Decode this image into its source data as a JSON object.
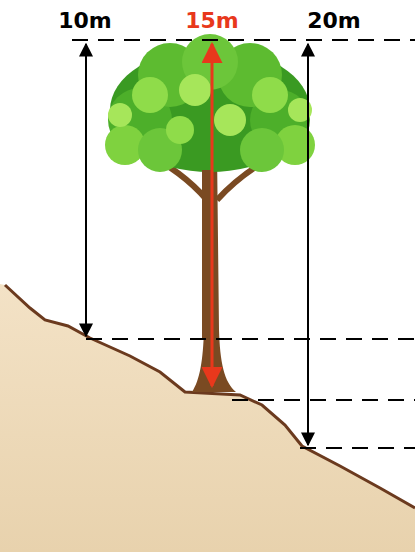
{
  "diagram": {
    "labels": [
      "10m",
      "15m",
      "20m"
    ]
  }
}
